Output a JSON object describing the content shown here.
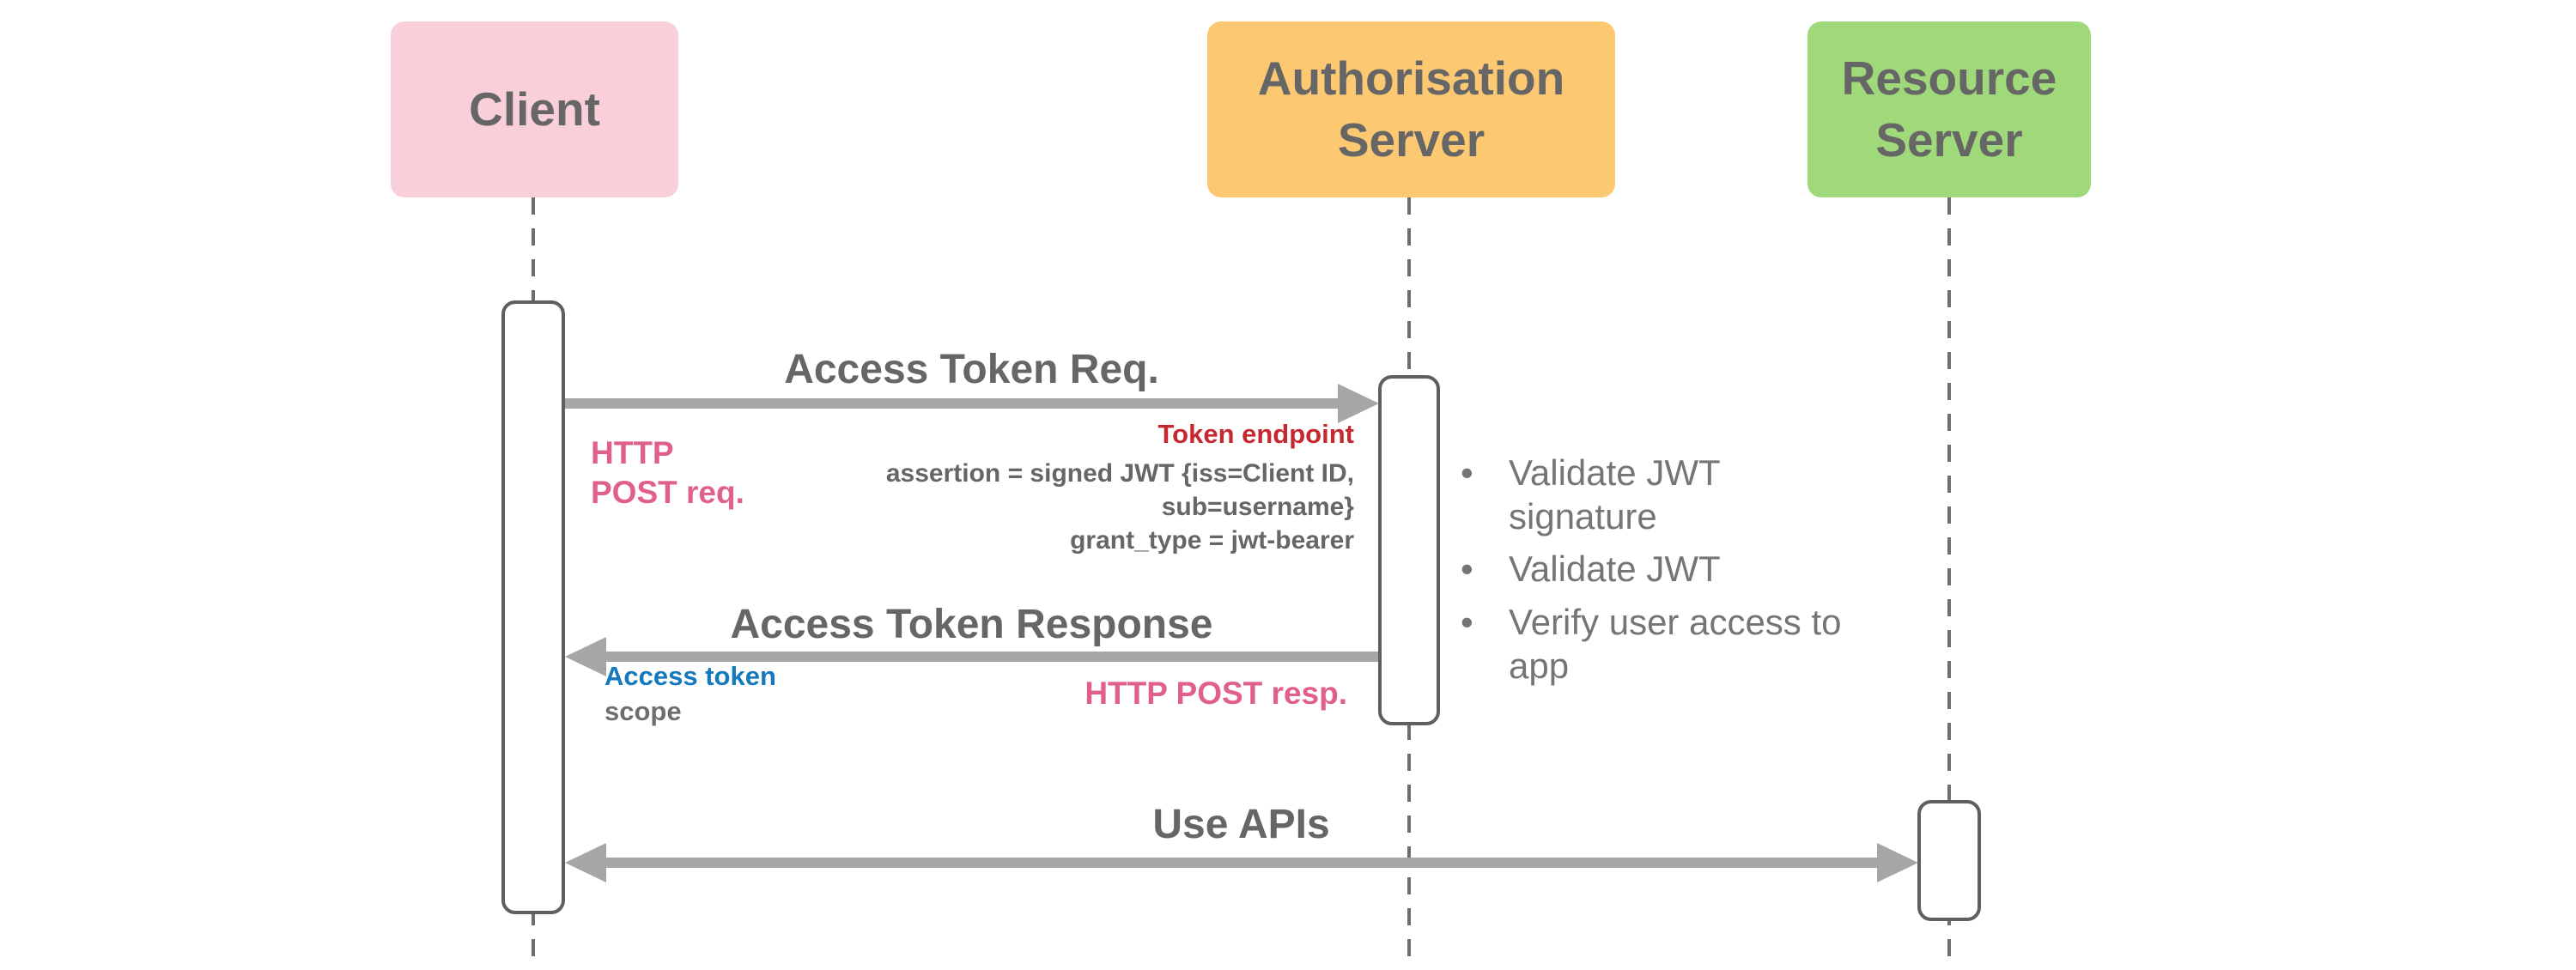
{
  "diagram_type": "sequence-diagram",
  "actors": [
    {
      "id": "client",
      "label": "Client",
      "fill": "#f9d0da"
    },
    {
      "id": "authorisation-server",
      "label": "Authorisation Server",
      "fill": "#fcc972"
    },
    {
      "id": "resource-server",
      "label": "Resource Server",
      "fill": "#a0d97a"
    }
  ],
  "messages": {
    "request": {
      "title": "Access Token Req.",
      "from": "Client",
      "to": "Authorisation Server",
      "client_note_line1": "HTTP",
      "client_note_line2": "POST req.",
      "endpoint_label": "Token endpoint",
      "param_line1": "assertion =  signed JWT {iss=Client ID,",
      "param_line2": "sub=username}",
      "param_line3": "grant_type = jwt-bearer"
    },
    "response": {
      "title": "Access Token Response",
      "from": "Authorisation Server",
      "to": "Client",
      "returns_line1": "Access token",
      "returns_line2": "scope",
      "server_note": "HTTP POST resp."
    },
    "use_apis": {
      "title": "Use APIs",
      "from": "Client",
      "to": "Resource Server"
    }
  },
  "server_validation": {
    "items": [
      "Validate JWT signature",
      "Validate JWT",
      "Verify user access to app"
    ]
  },
  "colors": {
    "client_fill": "#f9d0da",
    "auth_server_fill": "#fcc972",
    "resource_server_fill": "#a0d97a",
    "actor_text": "#666666",
    "arrow": "#a6a6a6",
    "lifeline": "#6e6e6e",
    "message_title_text": "#666666",
    "validation_text": "#757575",
    "pink_note_text": "#e0608a",
    "red_note_text": "#c62830",
    "blue_note_text": "#1479bd"
  }
}
